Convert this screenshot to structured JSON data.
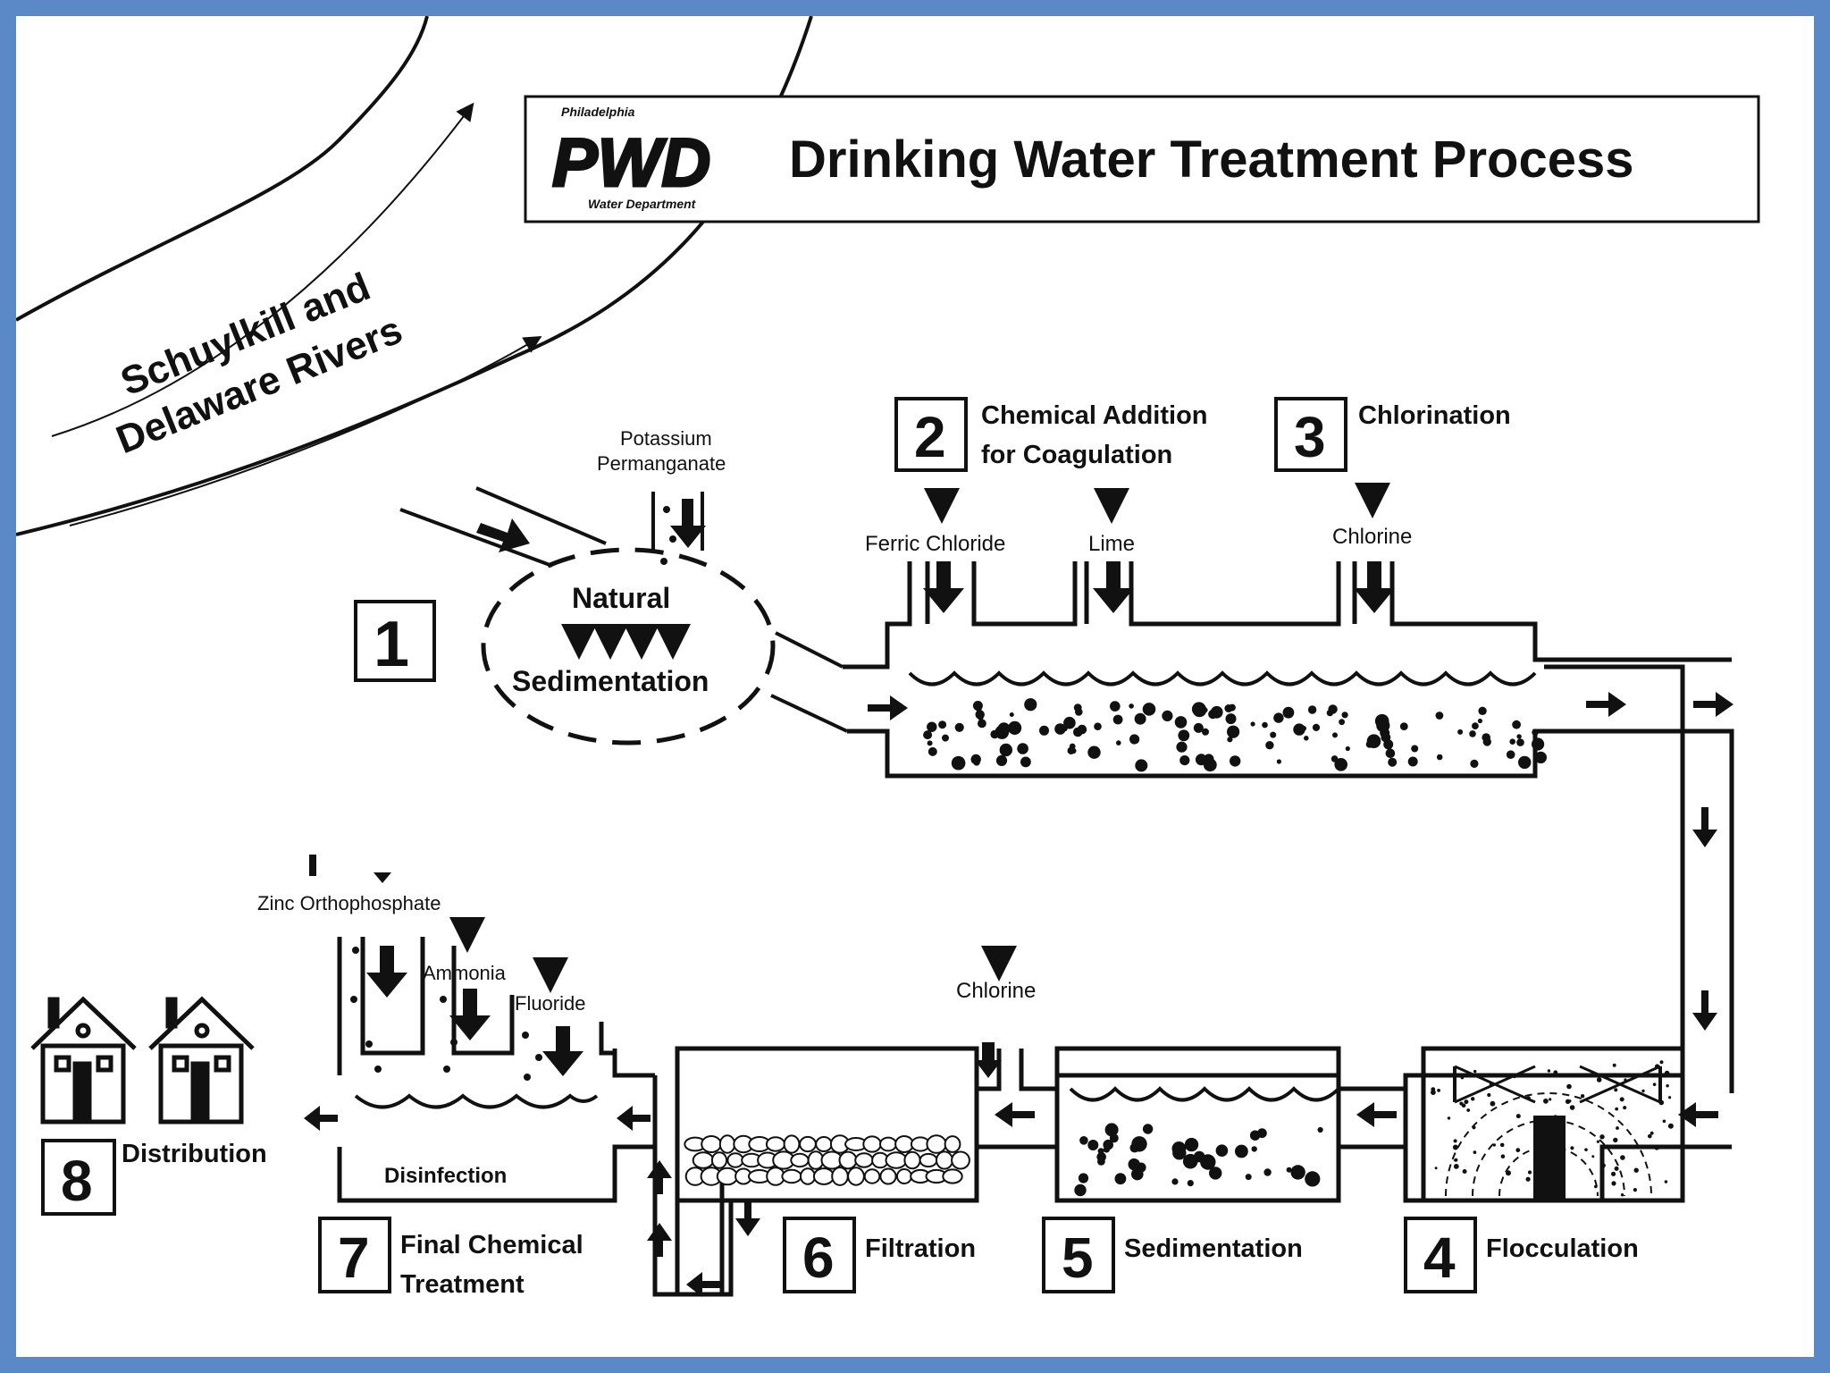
{
  "title": "Drinking Water Treatment Process",
  "logo": {
    "top": "Philadelphia",
    "mark": "PWD",
    "bottom": "Water Department"
  },
  "river": {
    "line1": "Schuylkill and",
    "line2": "Delaware Rivers"
  },
  "steps": [
    {
      "number": "1",
      "label": ""
    },
    {
      "number": "2",
      "label_line1": "Chemical Addition",
      "label_line2": "for Coagulation"
    },
    {
      "number": "3",
      "label": "Chlorination"
    },
    {
      "number": "4",
      "label": "Flocculation"
    },
    {
      "number": "5",
      "label": "Sedimentation"
    },
    {
      "number": "6",
      "label": "Filtration"
    },
    {
      "number": "7",
      "label_line1": "Final Chemical",
      "label_line2": "Treatment"
    },
    {
      "number": "8",
      "label": "Distribution"
    }
  ],
  "basin1": {
    "line1": "Natural",
    "line2": "Sedimentation"
  },
  "chemicals": {
    "potassium_line1": "Potassium",
    "potassium_line2": "Permanganate",
    "ferric": "Ferric Chloride",
    "lime": "Lime",
    "chlorine_top": "Chlorine",
    "chlorine_bottom": "Chlorine",
    "zinc": "Zinc Orthophosphate",
    "ammonia": "Ammonia",
    "fluoride": "Fluoride"
  },
  "disinfection": "Disinfection",
  "colors": {
    "frame": "#5b88c7",
    "ink": "#111111",
    "paper": "#ffffff"
  }
}
